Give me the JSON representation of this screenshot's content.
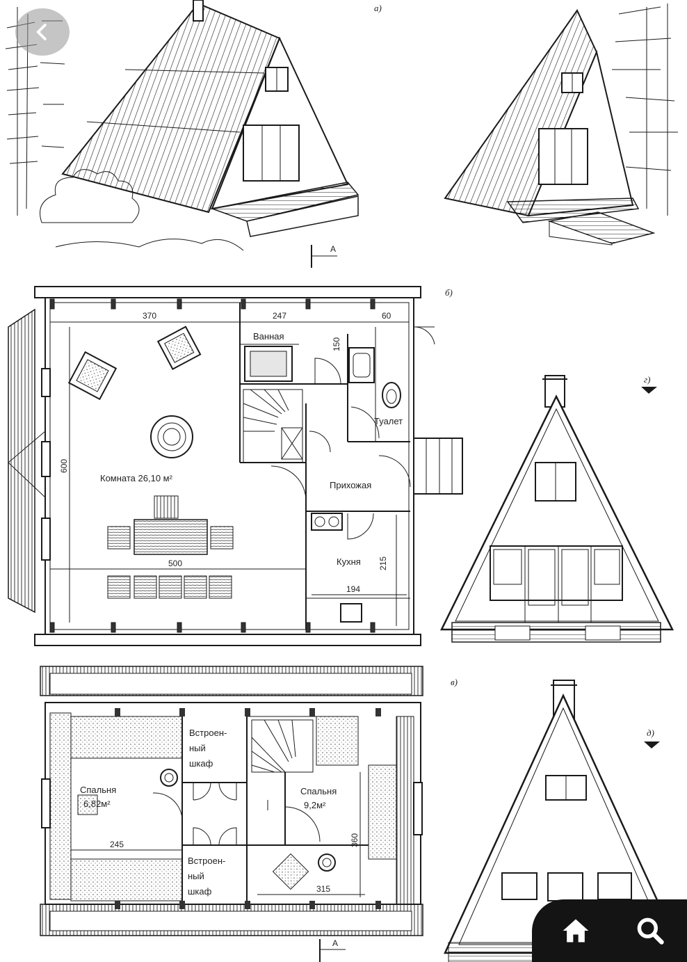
{
  "diagram": {
    "panel_tags": {
      "a": "а)",
      "b": "б)",
      "v": "в)",
      "g": "г)",
      "d": "д)"
    },
    "section_marker": "A",
    "ground_floor": {
      "rooms": {
        "bathroom": "Ванная",
        "toilet": "Туалет",
        "hall": "Прихожая",
        "kitchen": "Кухня",
        "living_room": "Комната 26,10 м²"
      },
      "dimensions": {
        "d370": "370",
        "d247": "247",
        "d60": "60",
        "d150": "150",
        "d600": "600",
        "d500": "500",
        "d215": "215",
        "d194": "194"
      }
    },
    "upper_floor": {
      "rooms": {
        "bedroom_left": "Спальня",
        "bedroom_left_area": "6,82м²",
        "bedroom_right": "Спальня",
        "bedroom_right_area": "9,2м²",
        "closet_top_1": "Встроен-",
        "closet_top_2": "ный",
        "closet_top_3": "шкаф",
        "closet_bottom_1": "Встроен-",
        "closet_bottom_2": "ный",
        "closet_bottom_3": "шкаф"
      },
      "dimensions": {
        "d245": "245",
        "d360": "360",
        "d315": "315"
      }
    }
  },
  "ui": {
    "back_icon": "chevron-left-icon",
    "home_icon": "home-icon",
    "search_icon": "search-icon",
    "back_bg": "#969696",
    "navbar_bg": "#141414"
  }
}
